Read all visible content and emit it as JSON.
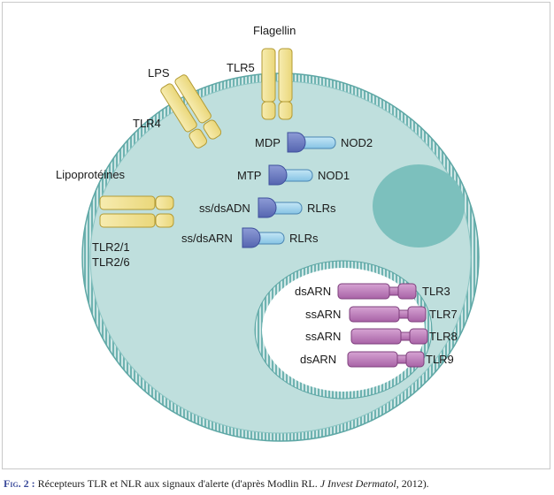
{
  "ligands": {
    "flagellin": "Flagellin",
    "lps": "LPS",
    "lipoproteines": "Lipoprotéines"
  },
  "surface_receptors": {
    "tlr5": "TLR5",
    "tlr4": "TLR4",
    "tlr2_1": "TLR2/1",
    "tlr2_6": "TLR2/6"
  },
  "cytoplasmic": [
    {
      "ligand": "MDP",
      "receptor": "NOD2"
    },
    {
      "ligand": "MTP",
      "receptor": "NOD1"
    },
    {
      "ligand": "ss/dsADN",
      "receptor": "RLRs"
    },
    {
      "ligand": "ss/dsARN",
      "receptor": "RLRs"
    }
  ],
  "endosomal": [
    {
      "ligand": "dsARN",
      "receptor": "TLR3"
    },
    {
      "ligand": "ssARN",
      "receptor": "TLR7"
    },
    {
      "ligand": "ssARN",
      "receptor": "TLR8"
    },
    {
      "ligand": "dsARN",
      "receptor": "TLR9"
    }
  ],
  "caption": {
    "fig_label": "Fig. 2 :",
    "text": " Récepteurs TLR et NLR aux signaux d'alerte (d'après Modlin RL.",
    "journal": "J Invest Dermatol",
    "tail": ", 2012)."
  },
  "colors": {
    "cell_fill": "#bfdfdd",
    "membrane": "#6fb3b1",
    "nucleus": "#7cc0bd",
    "tlr_yellow": "#f4e79a",
    "nod_blue_dark": "#6f7fc4",
    "nod_blue_light": "#9fd2ec",
    "tlr_purple": "#b779b5"
  }
}
